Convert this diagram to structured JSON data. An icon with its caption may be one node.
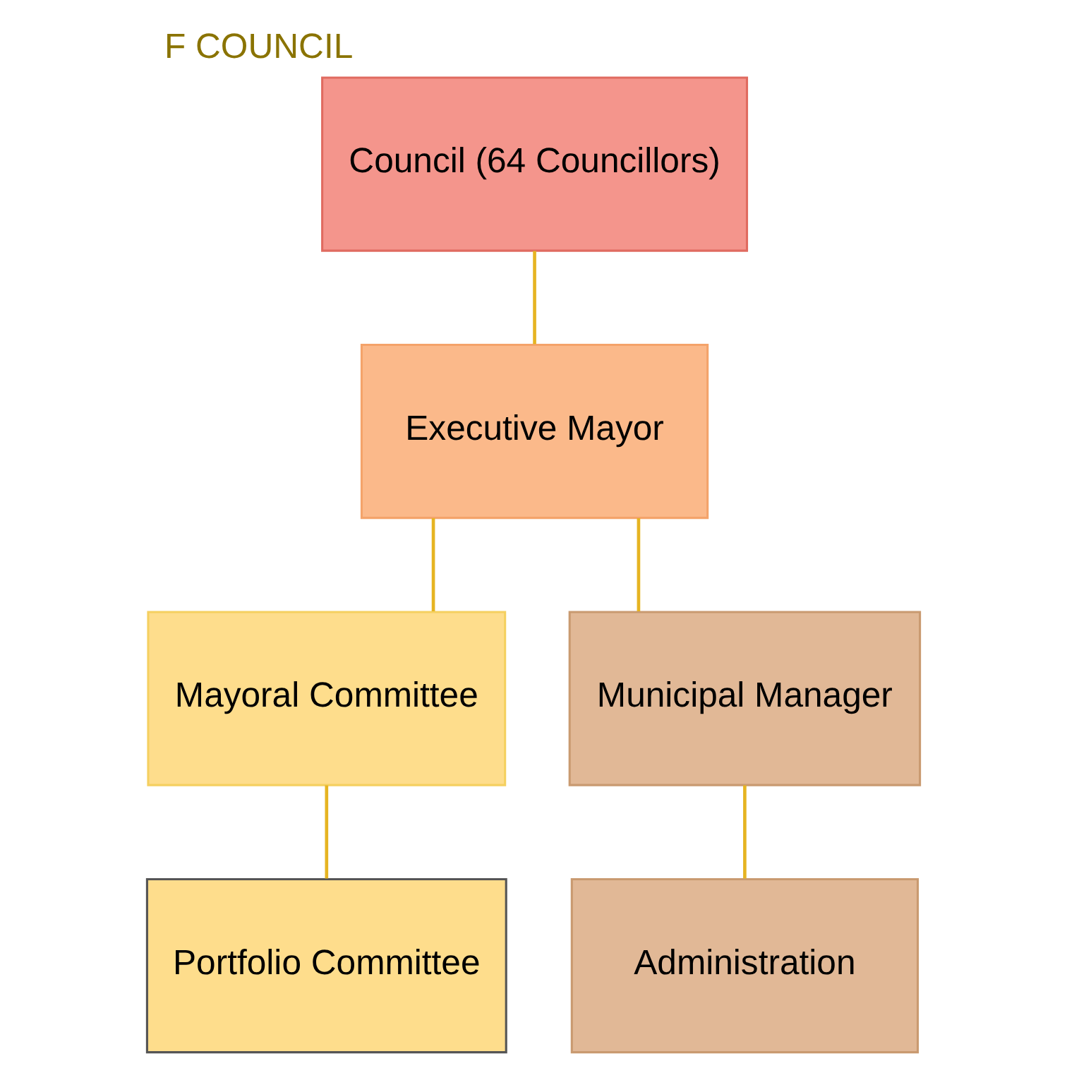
{
  "diagram": {
    "title": "F COUNCIL",
    "nodes": [
      {
        "text": [
          "Council (64 Councillors)"
        ]
      },
      {
        "text": [
          "Executive Mayor"
        ]
      },
      {
        "text": [
          "Mayoral Committee"
        ]
      },
      {
        "text": [
          "Municipal Manager"
        ]
      },
      {
        "text": [
          "Portfolio Committee"
        ]
      },
      {
        "text": [
          "Administration"
        ]
      }
    ],
    "edges": [
      {
        "from": 0,
        "to": 1,
        "arrow": "none"
      },
      {
        "from": 1,
        "to": 2,
        "arrow": "none"
      },
      {
        "from": 1,
        "to": 3,
        "arrow": "none"
      },
      {
        "from": 2,
        "to": 4,
        "arrow": "none"
      },
      {
        "from": 3,
        "to": 5,
        "arrow": "none"
      }
    ]
  }
}
